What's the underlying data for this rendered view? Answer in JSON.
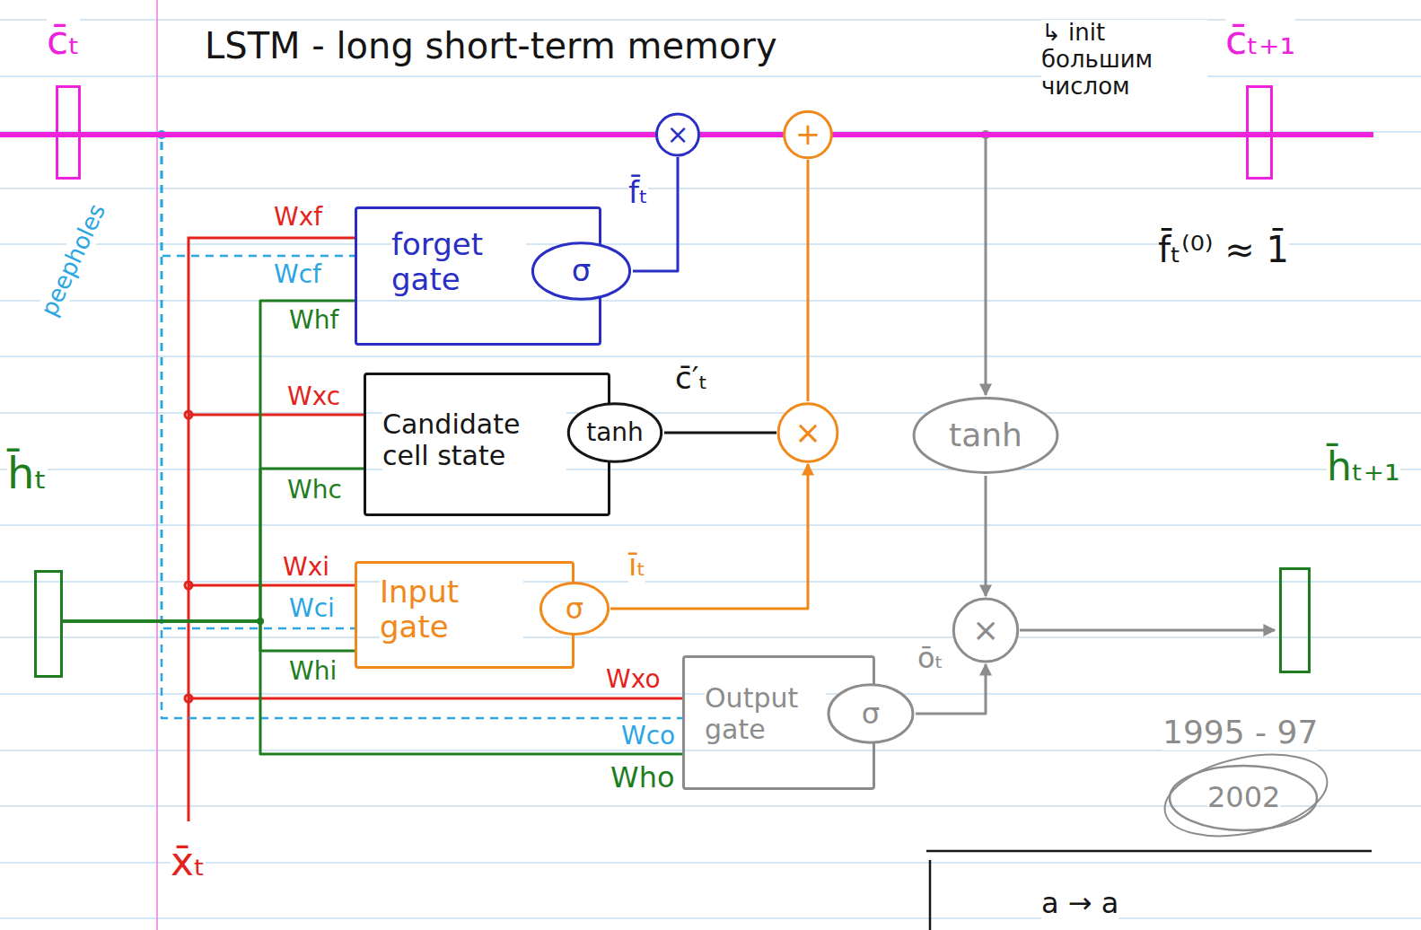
{
  "diagram": {
    "title": "LSTM - long short-term memory",
    "nodes": [
      {
        "text": [
          "c̄ₜ"
        ]
      },
      {
        "text": [
          "forget gate"
        ]
      },
      {
        "text": [
          "σ"
        ],
        "in": 1
      },
      {
        "text": [
          "Candidate cell state"
        ]
      },
      {
        "text": [
          "tanh"
        ],
        "in": 3
      },
      {
        "text": [
          "Input gate"
        ]
      },
      {
        "text": [
          "σ"
        ],
        "in": 5
      },
      {
        "text": [
          "Output gate"
        ]
      },
      {
        "text": [
          "σ"
        ],
        "in": 7
      },
      {
        "text": [
          "×"
        ]
      },
      {
        "text": [
          "+"
        ]
      },
      {
        "text": [
          "×"
        ]
      },
      {
        "text": [
          "tanh"
        ]
      },
      {
        "text": [
          "×"
        ]
      },
      {
        "text": [
          "c̄ₜ₊₁"
        ]
      },
      {
        "text": [
          "h̄ₜ"
        ]
      },
      {
        "text": [
          "h̄ₜ₊₁"
        ]
      }
    ],
    "edges": [
      {
        "from": 0,
        "to": 9,
        "arrow": "none"
      },
      {
        "from": 9,
        "to": 10,
        "arrow": "none"
      },
      {
        "from": 10,
        "to": 14,
        "arrow": "none"
      },
      {
        "from": 2,
        "to": 9,
        "arrow": "none"
      },
      {
        "from": 4,
        "to": 11,
        "arrow": "none"
      },
      {
        "from": 6,
        "to": 11,
        "arrow": "to"
      },
      {
        "from": 11,
        "to": 10,
        "arrow": "none"
      },
      {
        "from": 8,
        "to": 13,
        "arrow": "to"
      },
      {
        "from": 12,
        "to": 13,
        "arrow": "to"
      },
      {
        "from": 10,
        "to": 12,
        "arrow": "to"
      },
      {
        "from": 13,
        "to": 16,
        "arrow": "to"
      },
      {
        "from": 15,
        "to": 1,
        "arrow": "none"
      },
      {
        "from": 15,
        "to": 3,
        "arrow": "none"
      },
      {
        "from": 15,
        "to": 5,
        "arrow": "none"
      },
      {
        "from": 15,
        "to": 7,
        "arrow": "none"
      },
      {
        "from": 0,
        "to": 1,
        "arrow": "none"
      },
      {
        "from": 0,
        "to": 5,
        "arrow": "none"
      },
      {
        "from": 0,
        "to": 7,
        "arrow": "none"
      }
    ],
    "labels": [
      "↳ init большим числом",
      "peepholes",
      "Wxf",
      "Wcf",
      "Whf",
      "f̄ₜ",
      "f̄ₜ⁽⁰⁾ ≈ 1̄",
      "Wxc",
      "c̄′ₜ",
      "Whc",
      "Wxi",
      "īₜ",
      "Wci",
      "Whi",
      "ōₜ",
      "Wxo",
      "Wco",
      "1995 - 97",
      "Who",
      "2002",
      "x̄ₜ",
      "a → a"
    ]
  }
}
